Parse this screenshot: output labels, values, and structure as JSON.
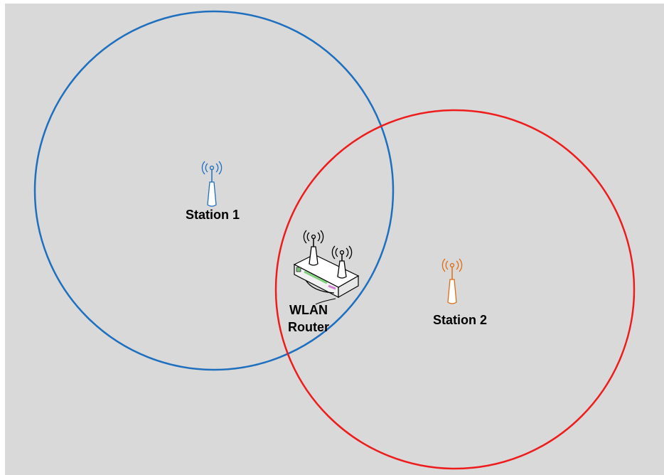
{
  "diagram": {
    "background_color": "#d9d9d9",
    "stations": [
      {
        "label": "Station 1",
        "color": "#1f6fbf",
        "icon": "antenna-tower-icon"
      },
      {
        "label": "Station 2",
        "color": "#e06c10",
        "icon": "antenna-tower-icon"
      }
    ],
    "ranges": [
      {
        "name": "station-1-range",
        "color": "#1f6fbf"
      },
      {
        "name": "station-2-range",
        "color": "#ee1c1c"
      }
    ],
    "router": {
      "label_line1": "WLAN",
      "label_line2": "Router",
      "icon": "wireless-router-icon"
    }
  }
}
